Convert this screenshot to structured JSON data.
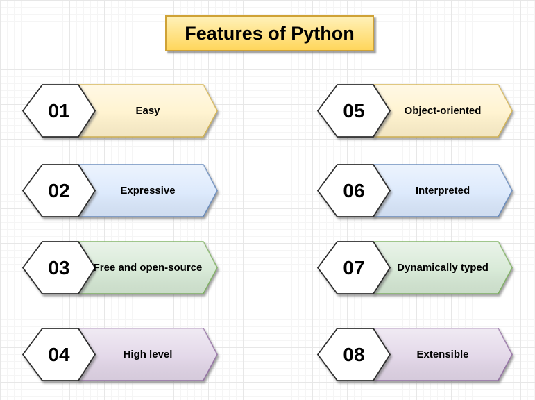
{
  "title": {
    "label": "Features of Python"
  },
  "items": [
    {
      "number": "01",
      "label": "Easy",
      "fill": "#FFF2CC",
      "stroke": "#D6B656"
    },
    {
      "number": "02",
      "label": "Expressive",
      "fill": "#DAE8FC",
      "stroke": "#6C8EBF"
    },
    {
      "number": "03",
      "label": "Free and open-source",
      "fill": "#D5E8D4",
      "stroke": "#82B366"
    },
    {
      "number": "04",
      "label": "High level",
      "fill": "#E1D5E7",
      "stroke": "#9673A6"
    },
    {
      "number": "05",
      "label": "Object-oriented",
      "fill": "#FFF2CC",
      "stroke": "#D6B656"
    },
    {
      "number": "06",
      "label": "Interpreted",
      "fill": "#DAE8FC",
      "stroke": "#6C8EBF"
    },
    {
      "number": "07",
      "label": "Dynamically typed",
      "fill": "#D5E8D4",
      "stroke": "#82B366"
    },
    {
      "number": "08",
      "label": "Extensible",
      "fill": "#E1D5E7",
      "stroke": "#9673A6"
    }
  ],
  "colors": {
    "background": "#FFFFFF",
    "grid_minor": "#F5F5F5",
    "grid_major": "#E7E7E7",
    "text": "#000000",
    "hex_fill": "#FFFFFF",
    "hex_stroke": "#2E2E2E",
    "title_fill_top": "#FFF1B8",
    "title_fill_bottom": "#FFD65C",
    "title_border": "#CFA236",
    "shadow": "rgba(110,110,110,0.65)"
  }
}
